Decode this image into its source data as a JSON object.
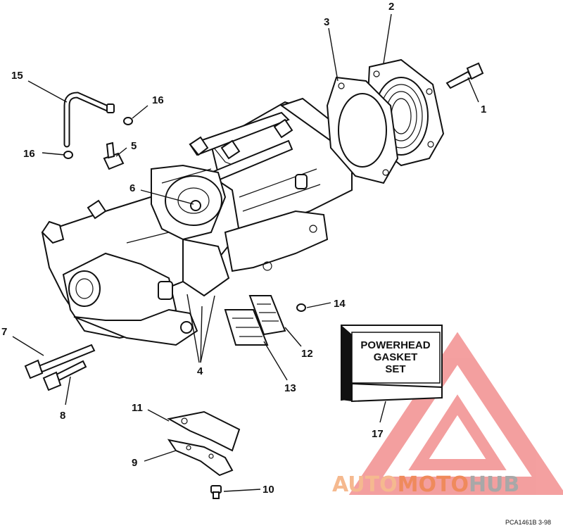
{
  "callouts": [
    {
      "id": "1",
      "label": "1"
    },
    {
      "id": "2",
      "label": "2"
    },
    {
      "id": "3",
      "label": "3"
    },
    {
      "id": "4",
      "label": "4"
    },
    {
      "id": "5",
      "label": "5"
    },
    {
      "id": "6",
      "label": "6"
    },
    {
      "id": "7",
      "label": "7"
    },
    {
      "id": "8",
      "label": "8"
    },
    {
      "id": "9",
      "label": "9"
    },
    {
      "id": "10",
      "label": "10"
    },
    {
      "id": "11",
      "label": "11"
    },
    {
      "id": "12",
      "label": "12"
    },
    {
      "id": "13",
      "label": "13"
    },
    {
      "id": "14",
      "label": "14"
    },
    {
      "id": "15",
      "label": "15"
    },
    {
      "id": "16a",
      "label": "16"
    },
    {
      "id": "16b",
      "label": "16"
    },
    {
      "id": "17",
      "label": "17"
    }
  ],
  "gasket_box": {
    "line1": "POWERHEAD",
    "line2": "GASKET",
    "line3": "SET"
  },
  "drawing_code": "PCA1461B 3-98",
  "watermark": {
    "part1": "AUTO",
    "part2": "MOTO",
    "part3": "HUB",
    "color_light": "#f5b98f",
    "color_mid": "#ef8a5c",
    "color_dark": "#a8a8a8",
    "triangle_color": "#f08080"
  }
}
